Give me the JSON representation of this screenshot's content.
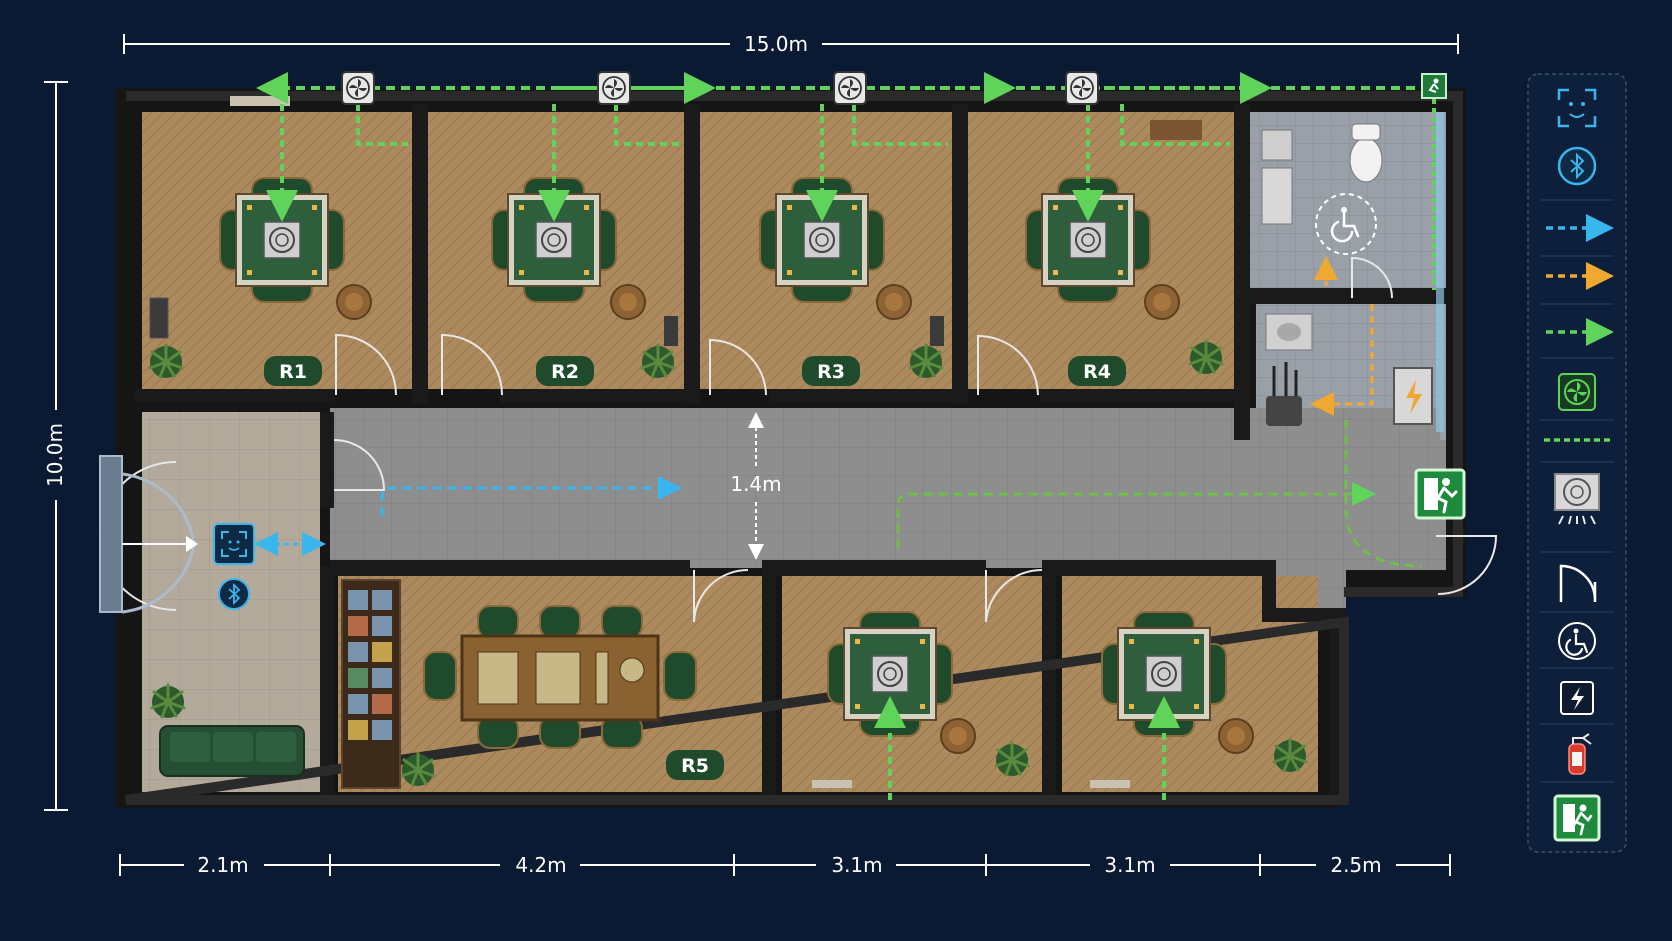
{
  "plan": {
    "total_width": "15.0m",
    "total_height": "10.0m",
    "corridor_width": "1.4m",
    "bottom_dims": [
      "2.1m",
      "4.2m",
      "3.1m",
      "3.1m",
      "2.5m"
    ],
    "rooms": [
      "R1",
      "R2",
      "R3",
      "R4",
      "R5"
    ]
  },
  "legend": {
    "items": [
      "face-recognition-icon",
      "bluetooth-icon",
      "blue-arrow",
      "orange-arrow",
      "green-arrow",
      "ventilation-fan-icon",
      "green-dashed-line",
      "ceiling-air-purifier-icon",
      "door-swing-icon",
      "accessible-icon",
      "electrical-panel-icon",
      "fire-extinguisher-icon",
      "emergency-exit-icon"
    ]
  },
  "colors": {
    "background": "#0b1a33",
    "room_floor": "#b08a5c",
    "corridor_floor": "#8f8f8f",
    "wall": "#1a1a1a",
    "accent_green": "#5fd35a",
    "accent_blue": "#3ab6ee",
    "accent_orange": "#f0a830",
    "table_green": "#2e5e3b",
    "chair_green": "#1f4a2c"
  }
}
